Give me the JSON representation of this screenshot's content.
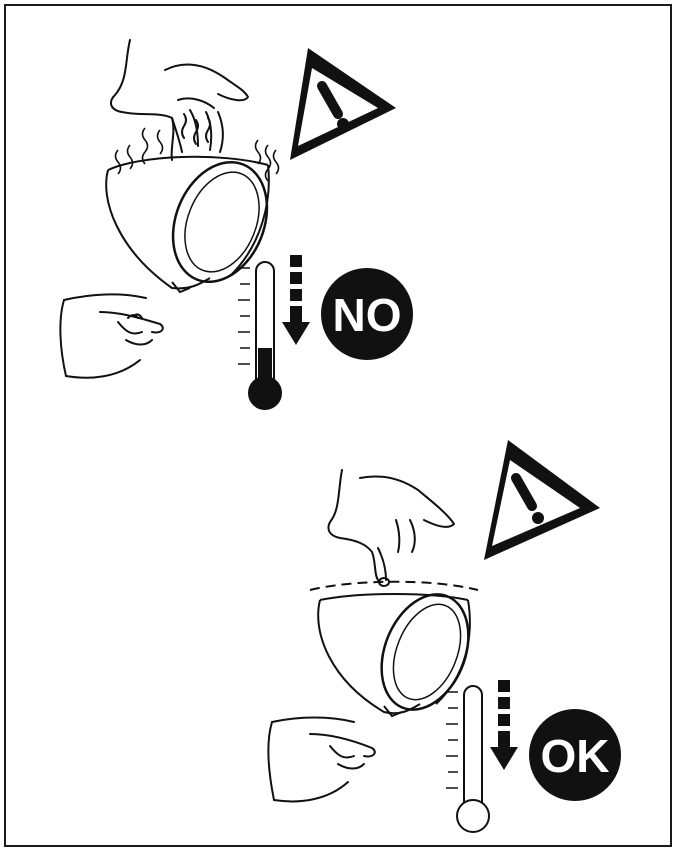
{
  "panels": [
    {
      "id": "hot",
      "badge_label": "NO",
      "thermometer_level": 0.3,
      "thermometer_trend": "falling"
    },
    {
      "id": "cooled",
      "badge_label": "OK",
      "thermometer_level": 0.0,
      "thermometer_trend": "falling"
    }
  ],
  "colors": {
    "ink": "#111111",
    "badge": "#111111",
    "badge_text": "#ffffff",
    "background": "#ffffff"
  },
  "icons": [
    "warning-triangle-icon",
    "thermometer-icon",
    "down-arrow-icon",
    "hand-icon",
    "lamp-icon"
  ]
}
